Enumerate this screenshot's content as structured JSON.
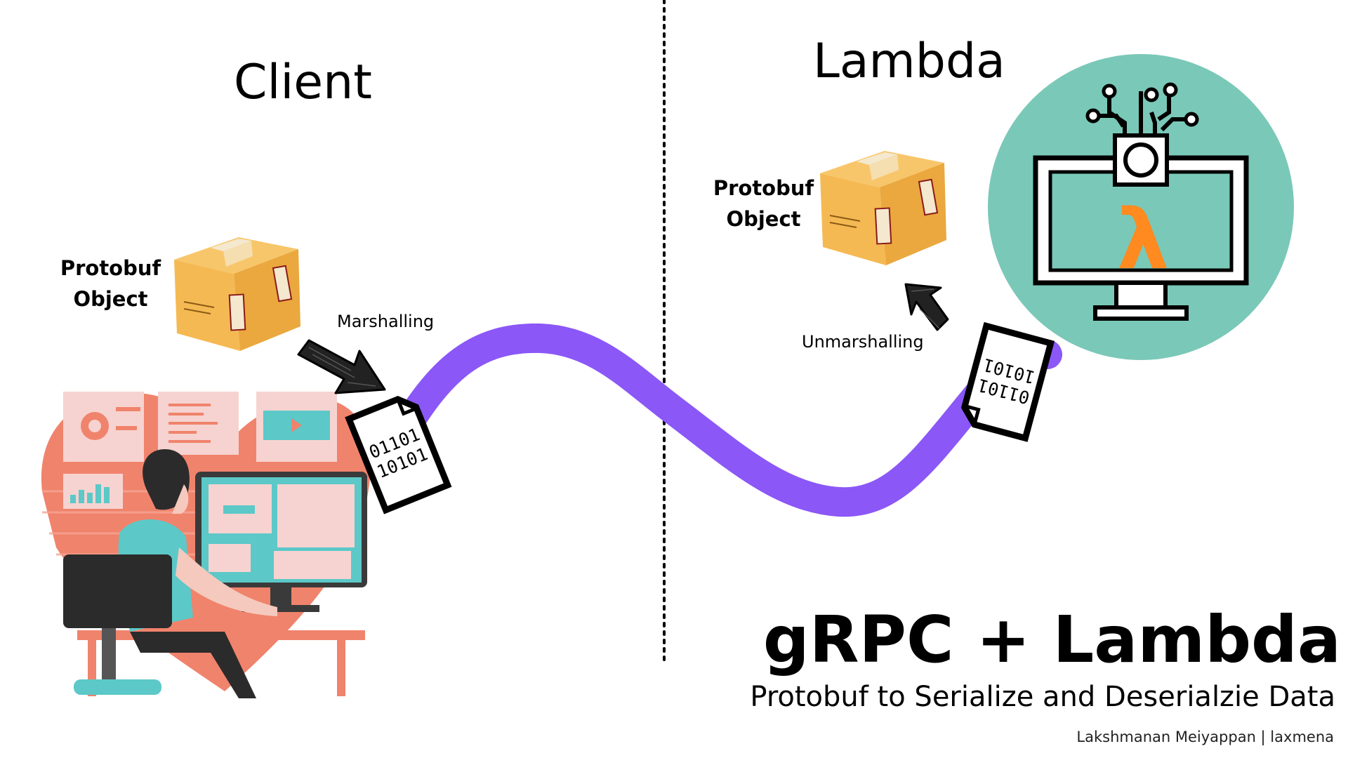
{
  "client": {
    "title": "Client",
    "object_label_line1": "Protobuf",
    "object_label_line2": "Object",
    "operation": "Marshalling",
    "binary_line1": "01101",
    "binary_line2": "10101"
  },
  "lambda": {
    "title": "Lambda",
    "object_label_line1": "Protobuf",
    "object_label_line2": "Object",
    "operation": "Unmarshalling",
    "binary_line1": "01101",
    "binary_line2": "10101",
    "symbol": "λ"
  },
  "footer": {
    "title": "gRPC + Lambda",
    "subtitle": "Protobuf to Serialize and Deserialzie Data",
    "credit": "Lakshmanan Meiyappan | laxmena"
  },
  "colors": {
    "path_purple": "#8b57f7",
    "teal_circle": "#7ac8b8",
    "box_orange": "#f5b953",
    "box_side": "#eaa83e",
    "salmon": "#f0836c",
    "lambda_orange": "#ff8a1f",
    "screen_teal": "#5cc8c8"
  },
  "icons": {
    "client_illustration": "person-at-computer-icon",
    "package": "cardboard-box-icon",
    "file": "binary-file-icon",
    "arrow": "sketch-arrow-icon",
    "lambda_monitor": "aws-lambda-monitor-icon"
  }
}
